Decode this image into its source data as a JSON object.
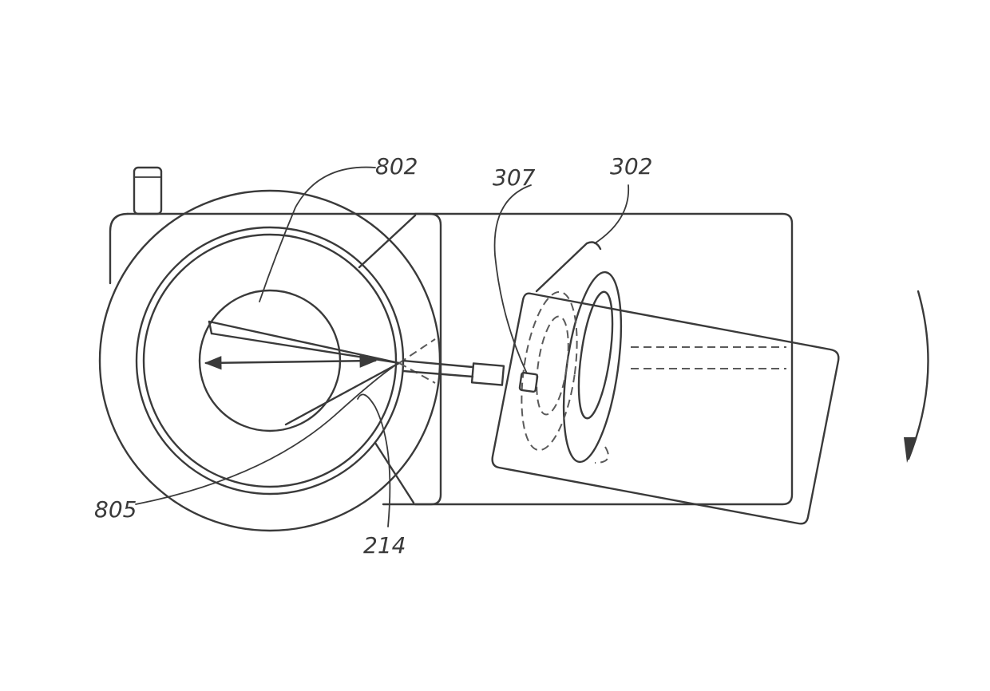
{
  "figure": {
    "labels": {
      "l802": "802",
      "l307": "307",
      "l302": "302",
      "l805": "805",
      "l214": "214"
    }
  }
}
